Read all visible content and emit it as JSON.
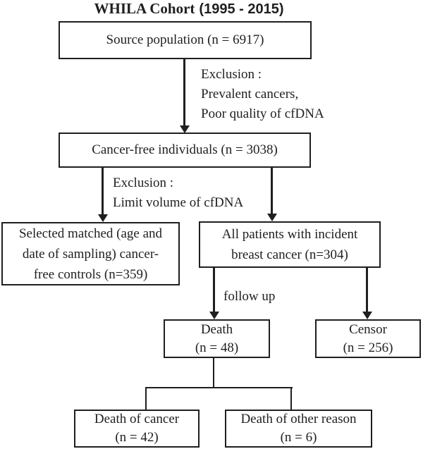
{
  "title": {
    "name": "WHILA Cohort",
    "period": "(1995 - 2015)"
  },
  "boxes": {
    "source": {
      "lines": [
        "Source population (n = 6917)"
      ]
    },
    "cancer_free": {
      "lines": [
        "Cancer-free individuals (n = 3038)"
      ]
    },
    "controls": {
      "lines": [
        "Selected matched (age and",
        "date of sampling) cancer-",
        "free controls (n=359)"
      ]
    },
    "patients": {
      "lines": [
        "All patients with incident",
        "breast cancer (n=304)"
      ]
    },
    "death": {
      "lines": [
        "Death",
        "(n = 48)"
      ]
    },
    "censor": {
      "lines": [
        "Censor",
        "(n = 256)"
      ]
    },
    "death_cancer": {
      "lines": [
        "Death of cancer",
        "(n = 42)"
      ]
    },
    "death_other": {
      "lines": [
        "Death of other reason",
        "(n = 6)"
      ]
    }
  },
  "annotations": {
    "exclusion_1": {
      "lines": [
        "Exclusion :",
        "Prevalent cancers,",
        "Poor quality of cfDNA"
      ]
    },
    "exclusion_2": {
      "lines": [
        "Exclusion :",
        "Limit volume of cfDNA"
      ]
    },
    "follow_up": "follow up"
  },
  "colors": {
    "line": "#1f1f1f",
    "background": "#ffffff"
  }
}
